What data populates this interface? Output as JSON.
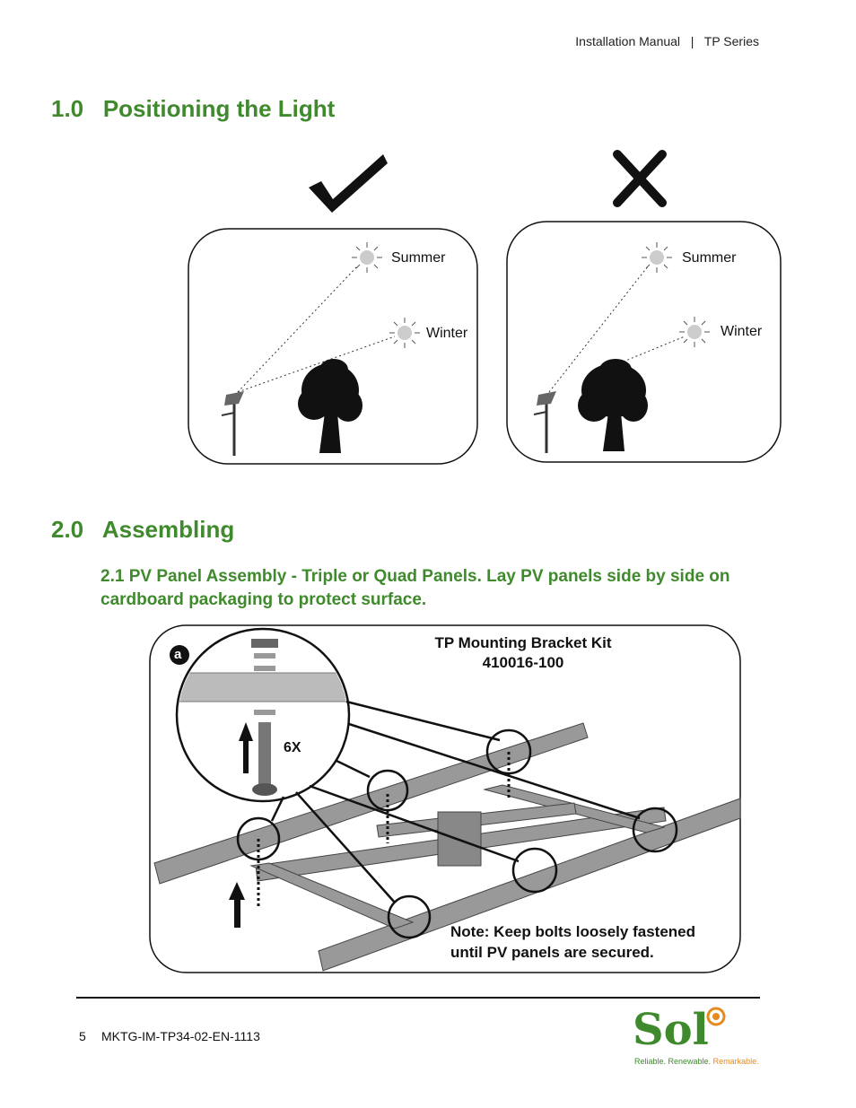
{
  "header": {
    "manual": "Installation Manual",
    "separator": "|",
    "series": "TP Series"
  },
  "section1": {
    "title": "1.0   Positioning the Light"
  },
  "panels": {
    "good": {
      "summer": "Summer",
      "winter": "Winter"
    },
    "bad": {
      "summer": "Summer",
      "winter": "Winter"
    }
  },
  "section2": {
    "title": "2.0   Assembling"
  },
  "subsection21": {
    "title": "2.1  PV Panel Assembly - Triple or Quad Panels. Lay PV panels side by side on cardboard packaging to protect surface."
  },
  "assembly": {
    "step_letter": "a",
    "kit_title": "TP Mounting Bracket Kit",
    "kit_number": "410016-100",
    "quantity": "6X",
    "note_line1": "Note: Keep bolts loosely fastened",
    "note_line2": "until PV panels are secured."
  },
  "footer": {
    "page": "5",
    "code": "MKTG-IM-TP34-02-EN-1113",
    "logo_text": "Sol",
    "tag_reliable": "Reliable. Renewable.",
    "tag_remarkable": "Remarkable."
  },
  "colors": {
    "accent_green": "#3f8a2c",
    "logo_orange": "#e58a1f"
  }
}
